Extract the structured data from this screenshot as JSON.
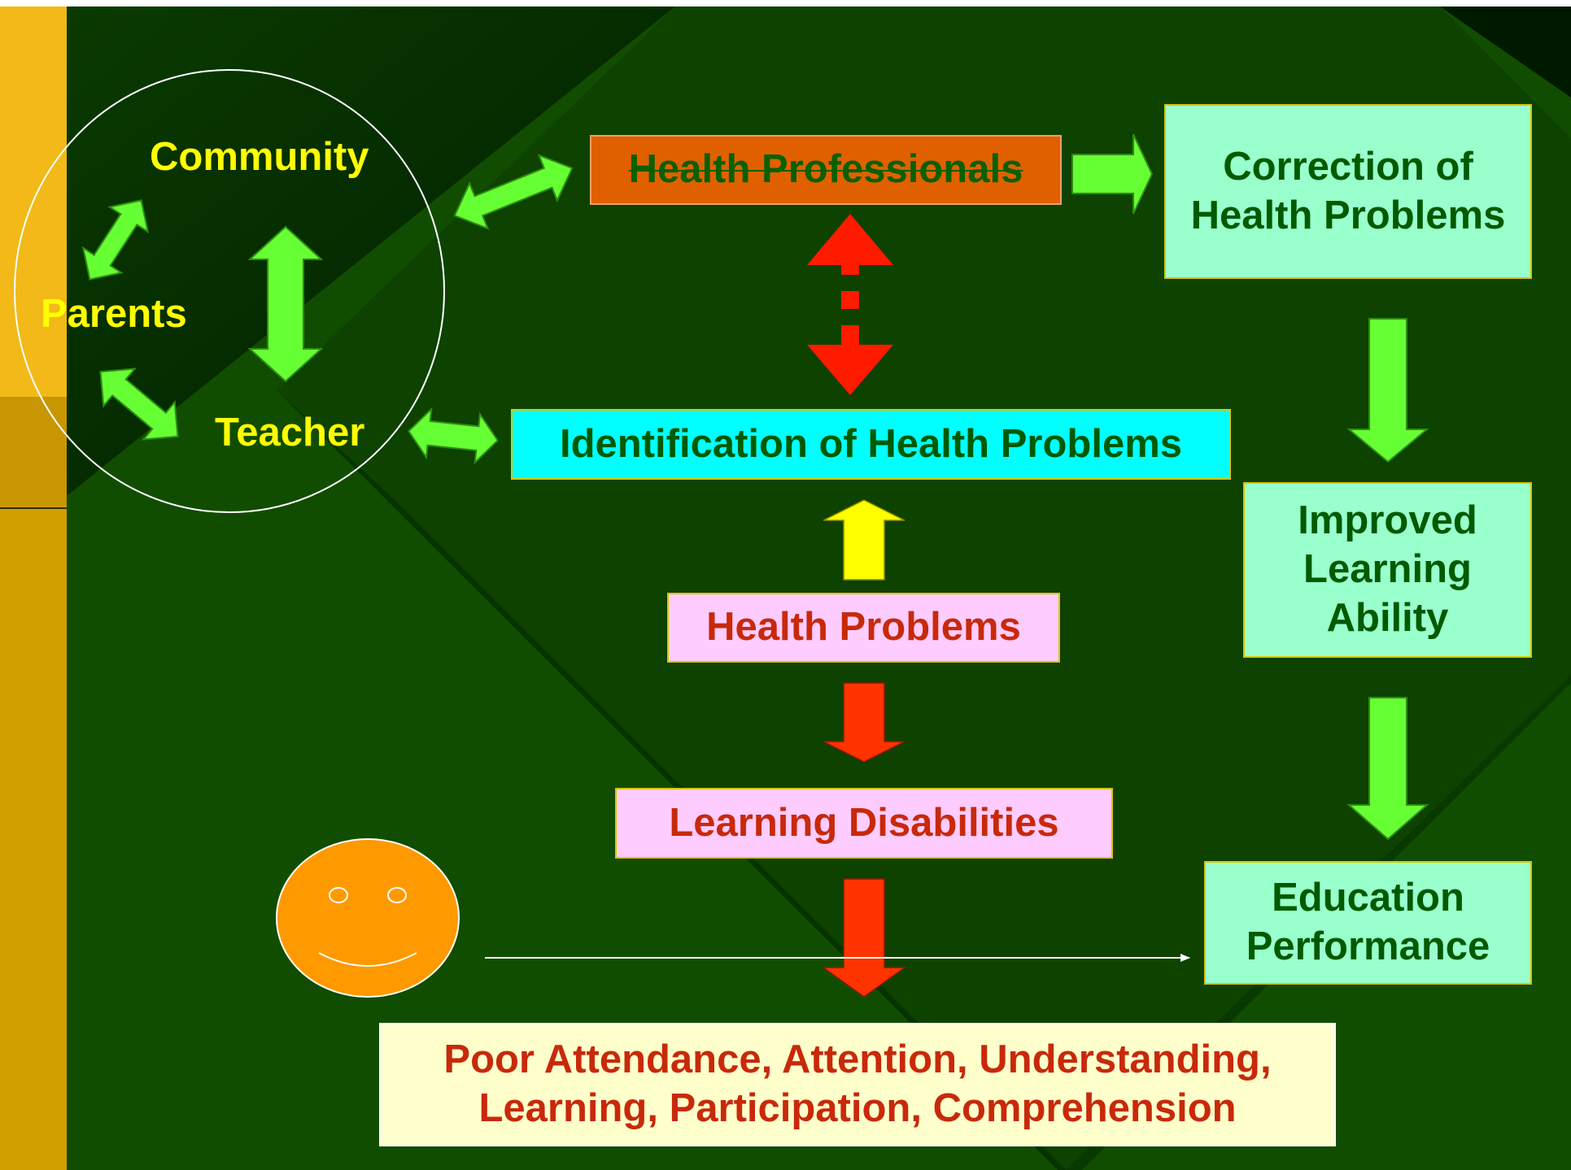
{
  "circle_labels": {
    "community": "Community",
    "parents": "Parents",
    "teacher": "Teacher"
  },
  "boxes": {
    "health_professionals": "Health Professionals",
    "correction": "Correction of Health Problems",
    "identification": "Identification of Health Problems",
    "improved_learning": "Improved Learning Ability",
    "health_problems": "Health Problems",
    "learning_disabilities": "Learning Disabilities",
    "education_performance": "Education Performance",
    "poor_outcomes": "Poor Attendance, Attention, Understanding, Learning, Participation, Comprehension"
  },
  "colors": {
    "background": "#114d00",
    "sidebar": "#d19f00",
    "green_arrow": "#66ff33",
    "red_arrow": "#ff1a00",
    "yellow_label": "#ffff00",
    "dark_green_text": "#005a00",
    "red_text": "#c8290a",
    "mint_box": "#99ffcc",
    "cyan_box": "#00ffff",
    "pink_box": "#ffccff",
    "orange_box": "#e06000",
    "cream_box": "#ffffcc",
    "smiley": "#ff9900"
  }
}
